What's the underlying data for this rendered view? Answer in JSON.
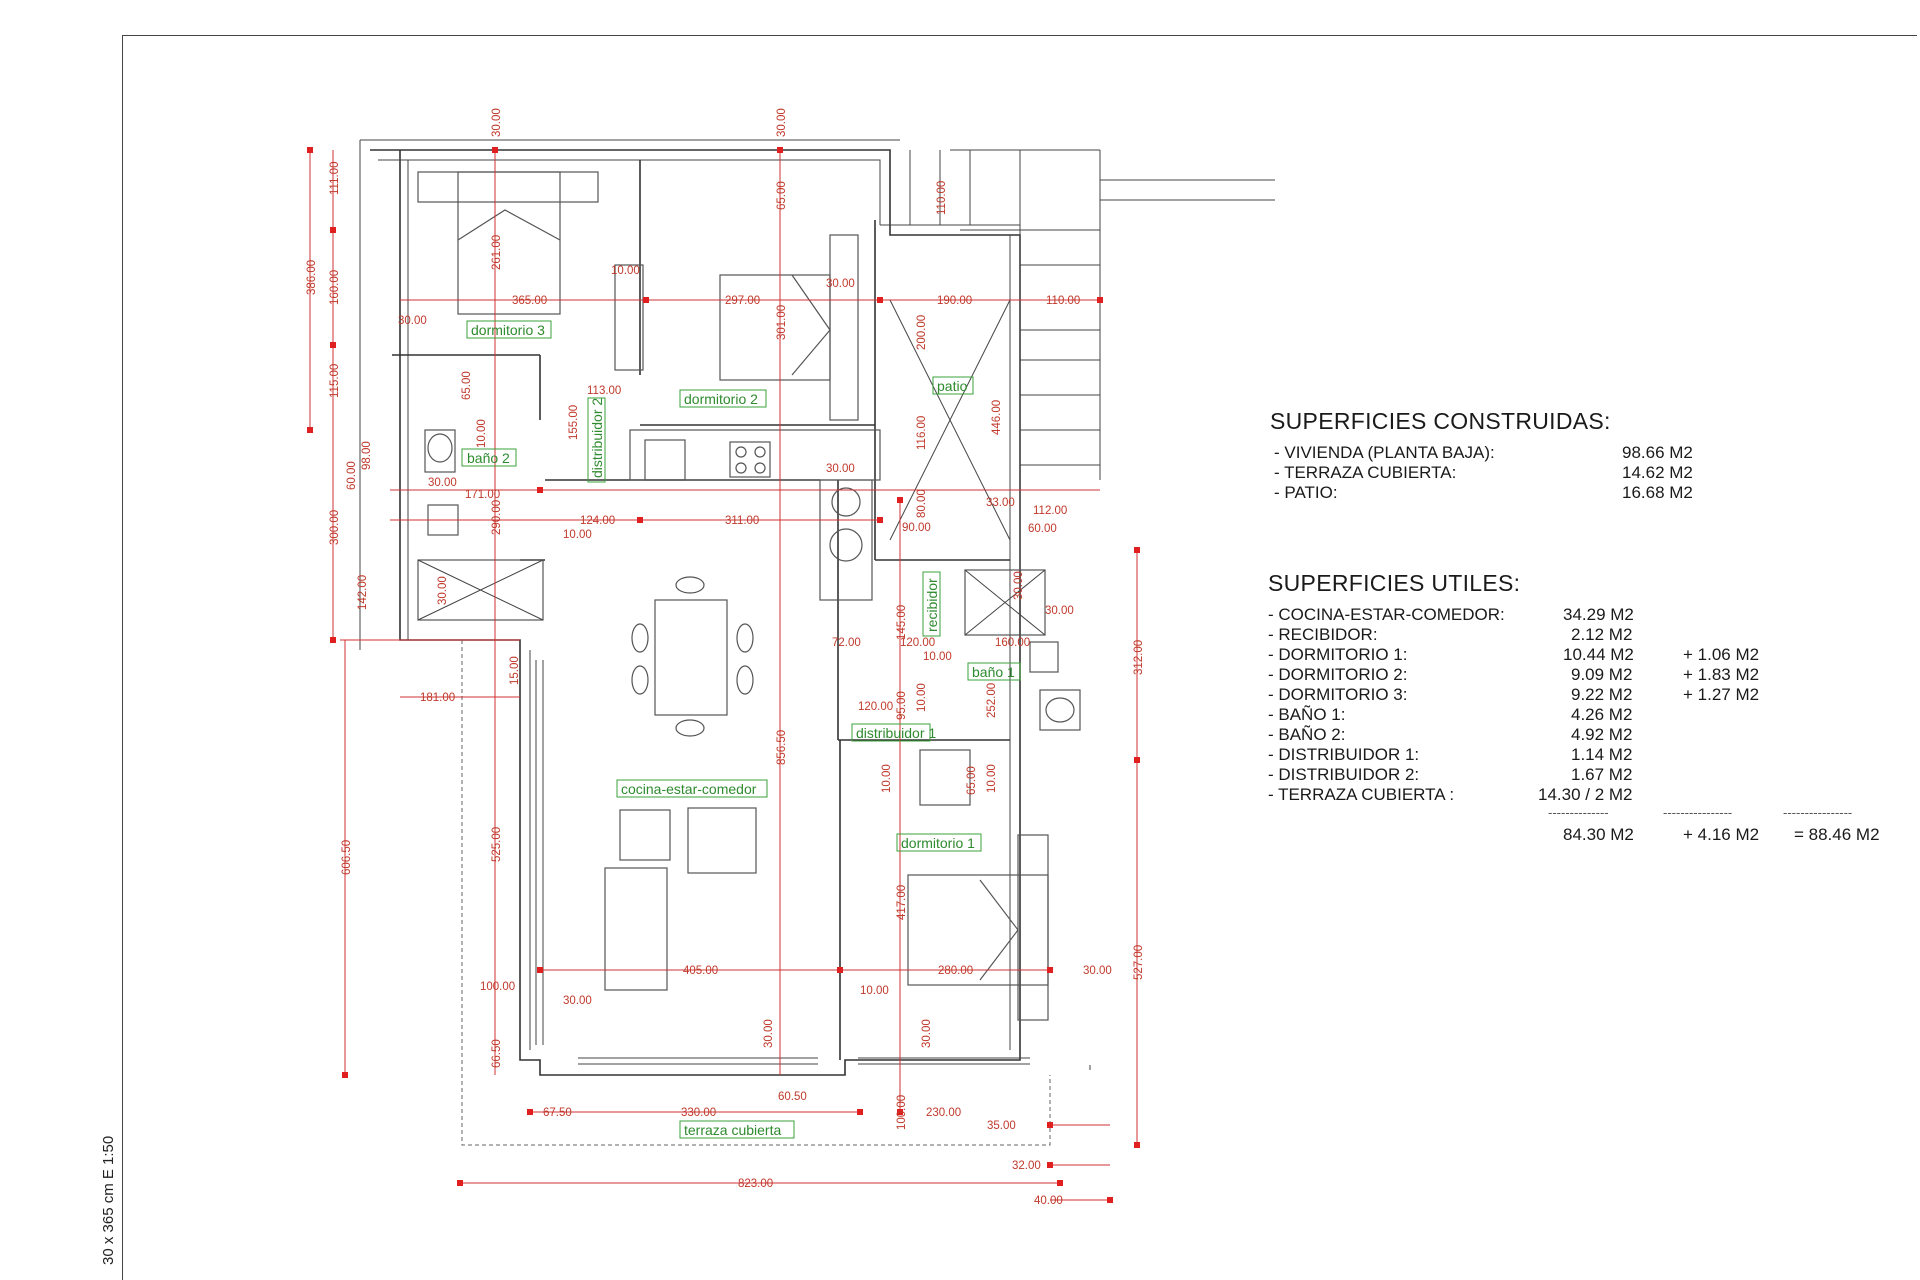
{
  "plan": {
    "scale_note": "30 x 365 cm E 1:50",
    "rooms": [
      {
        "id": "dormitorio-3",
        "label": "dormitorio 3"
      },
      {
        "id": "dormitorio-2",
        "label": "dormitorio 2"
      },
      {
        "id": "patio",
        "label": "patio"
      },
      {
        "id": "bano-2",
        "label": "baño 2"
      },
      {
        "id": "distribuidor-2",
        "label": "distribuidor 2"
      },
      {
        "id": "recibidor",
        "label": "recibidor"
      },
      {
        "id": "bano-1",
        "label": "baño 1"
      },
      {
        "id": "distribuidor-1",
        "label": "distribuidor 1"
      },
      {
        "id": "cocina-estar-comedor",
        "label": "cocina-estar-comedor"
      },
      {
        "id": "dormitorio-1",
        "label": "dormitorio 1"
      },
      {
        "id": "terraza-cubierta",
        "label": "terraza cubierta"
      }
    ],
    "dimensions": [
      "30.00",
      "30.00",
      "111.00",
      "386.00",
      "160.00",
      "115.00",
      "30.00",
      "261.00",
      "365.00",
      "10.00",
      "65.00",
      "297.00",
      "301.00",
      "30.00",
      "110.00",
      "190.00",
      "110.00",
      "200.00",
      "65.00",
      "113.00",
      "155.00",
      "10.00",
      "446.00",
      "60.00",
      "98.00",
      "30.00",
      "171.00",
      "116.00",
      "30.00",
      "300.00",
      "290.00",
      "124.00",
      "311.00",
      "80.00",
      "33.00",
      "112.00",
      "10.00",
      "90.00",
      "60.00",
      "142.00",
      "30.00",
      "30.00",
      "30.00",
      "145.00",
      "72.00",
      "120.00",
      "160.00",
      "10.00",
      "312.00",
      "15.00",
      "181.00",
      "120.00",
      "95.00",
      "10.00",
      "252.00",
      "856.50",
      "10.00",
      "65.00",
      "10.00",
      "606.50",
      "525.00",
      "417.00",
      "527.00",
      "405.00",
      "280.00",
      "30.00",
      "100.00",
      "10.00",
      "30.00",
      "30.00",
      "30.00",
      "66.50",
      "60.50",
      "67.50",
      "330.00",
      "100.00",
      "230.00",
      "35.00",
      "32.00",
      "823.00",
      "40.00"
    ]
  },
  "construidas": {
    "title": "SUPERFICIES CONSTRUIDAS:",
    "rows": [
      {
        "label": "- VIVIENDA (PLANTA BAJA):",
        "value": "98.66 M2"
      },
      {
        "label": "- TERRAZA CUBIERTA:",
        "value": "14.62 M2"
      },
      {
        "label": "- PATIO:",
        "value": "16.68 M2"
      }
    ]
  },
  "utiles": {
    "title": "SUPERFICIES UTILES:",
    "rows": [
      {
        "label": "- COCINA-ESTAR-COMEDOR:",
        "value": "34.29 M2",
        "extra": ""
      },
      {
        "label": "- RECIBIDOR:",
        "value": "2.12 M2",
        "extra": ""
      },
      {
        "label": "- DORMITORIO 1:",
        "value": "10.44 M2",
        "extra": "+ 1.06 M2"
      },
      {
        "label": "- DORMITORIO 2:",
        "value": "9.09 M2",
        "extra": "+ 1.83 M2"
      },
      {
        "label": "- DORMITORIO 3:",
        "value": "9.22 M2",
        "extra": "+ 1.27 M2"
      },
      {
        "label": "- BAÑO 1:",
        "value": "4.26 M2",
        "extra": ""
      },
      {
        "label": "- BAÑO 2:",
        "value": "4.92 M2",
        "extra": ""
      },
      {
        "label": "- DISTRIBUIDOR 1:",
        "value": "1.14 M2",
        "extra": ""
      },
      {
        "label": "- DISTRIBUIDOR 2:",
        "value": "1.67 M2",
        "extra": ""
      },
      {
        "label": "- TERRAZA CUBIERTA :",
        "value": "14.30 / 2 M2",
        "extra": ""
      }
    ],
    "separators": [
      "--------------",
      "----------------",
      "----------------"
    ],
    "totals": {
      "sum": "84.30 M2",
      "extra": "+ 4.16 M2",
      "grand": "= 88.46 M2"
    }
  },
  "colors": {
    "dimension": "#d03030",
    "room_label": "#2e8b2e",
    "wall": "#333333"
  }
}
